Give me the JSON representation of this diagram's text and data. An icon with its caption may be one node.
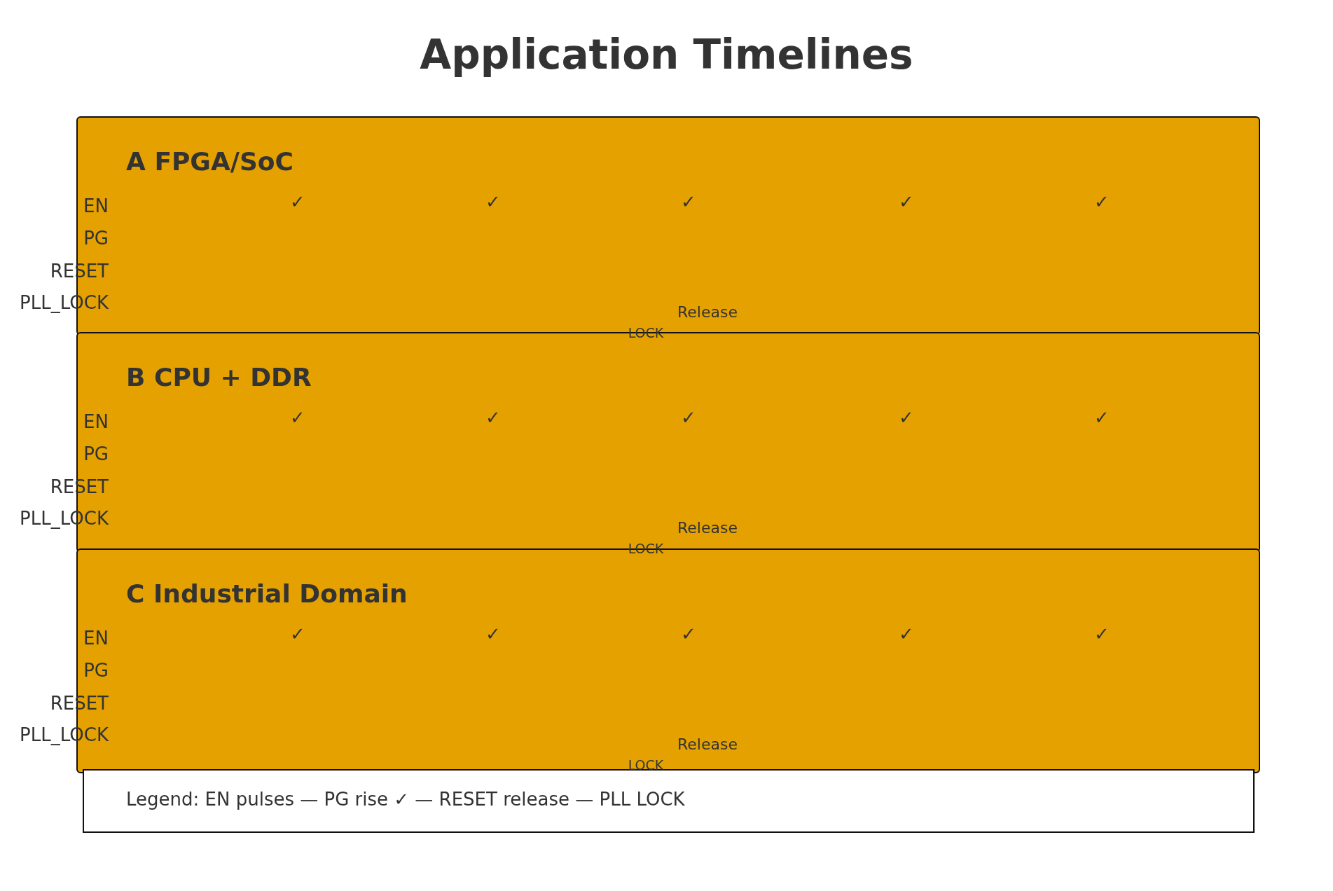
{
  "diagram": {
    "title": "Application Timelines",
    "nodes": [
      {
        "text": [
          "A  FPGA/SoC"
        ]
      },
      {
        "text": [
          "B  CPU + DDR"
        ]
      },
      {
        "text": [
          "C  Industrial Domain"
        ]
      },
      {
        "text": [
          "Legend: EN pulses — PG rise ✓ — RESET release — PLL LOCK"
        ]
      }
    ],
    "labels": [
      "EN",
      "✓",
      "✓",
      "✓",
      "✓",
      "✓",
      "PG",
      "RESET",
      "PLL_LOCK",
      "Release",
      "LOCK",
      "EN",
      "✓",
      "✓",
      "✓",
      "✓",
      "✓",
      "PG",
      "RESET",
      "PLL_LOCK",
      "Release",
      "LOCK",
      "EN",
      "✓",
      "✓",
      "✓",
      "✓",
      "✓",
      "PG",
      "RESET",
      "PLL_LOCK",
      "Release",
      "LOCK"
    ]
  }
}
